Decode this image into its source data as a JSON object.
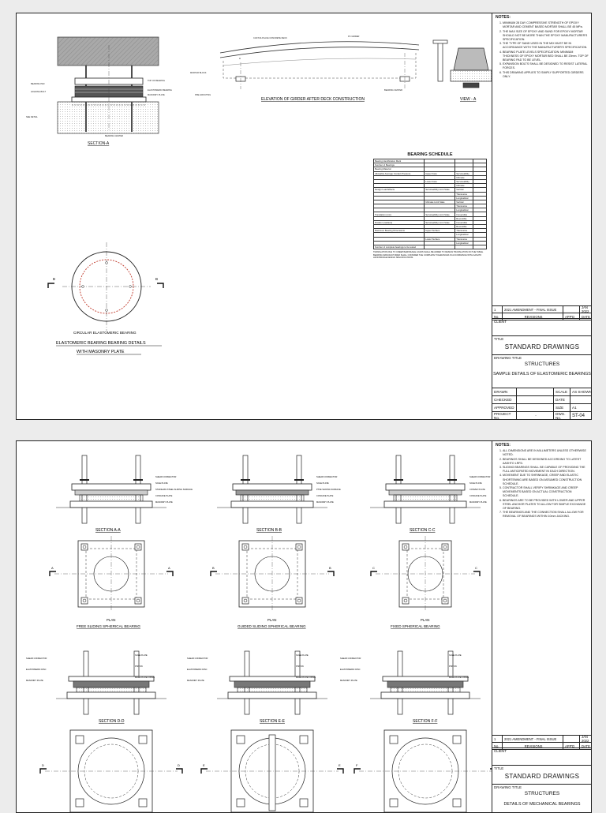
{
  "sheet1": {
    "labels": {
      "section_a": "SECTION-A",
      "elevation": "ELEVATION OF GIRDER AFTER DECK CONSTRUCTION",
      "view_a": "VIEW - A",
      "circular": "CIRCULAR ELASTOMERIC BEARING",
      "detail_title_1": "ELASTOMERIC BEARING BEARING DETAILS",
      "detail_title_2": "WITH MASONRY PLATE",
      "mark_b": "B",
      "callouts": [
        "MASONRY PLATE",
        "ELASTOMERIC BEARING",
        "TOP OF BEARING",
        "PRE-GROUTING",
        "CAST-IN-PLACE CONCRETE DECK",
        "PC GIRDER",
        "MORTAR BLOCK",
        "BEARING CENTER",
        "SEE DETAIL",
        "HOLDING BOLT",
        "BEARING PAD"
      ]
    },
    "notes_header": "NOTES:",
    "notes": [
      "MINIMUM 28 DAY COMPRESSIVE STRENGTH OF EPOXY MORTAR AND CEMENT BASED MORTAR SHALL BE 45 MPa.",
      "THE MAX SIZE OF EPOXY AND SAND FOR EPOXY MORTAR SHOULD NOT BE MORE THAN THE EPOXY MANUFACTURER'S SPECIFICATION.",
      "THE TYPE OF SAND USED IN THE MIX MUST BE IN ACCORDANCE WITH THE MANUFACTURER'S SPECIFICATION.",
      "BEARING PLATE LEVELS SPECIFICATION: MINIMUM THICKNESS OF EPOXY MORTAR BED SHALL BE 20mm. TOP OF BEARING PAD TO BE LEVEL.",
      "EXPANSION BOLTS SHALL BE DESIGNED TO RESIST LATERAL FORCES.",
      "THIS DRAWING APPLIES TO SIMPLY SUPPORTED GIRDERS ONLY."
    ],
    "schedule": {
      "title": "BEARING SCHEDULE",
      "rows": [
        [
          "Bearing Identification Mark",
          "",
          ""
        ],
        [
          "Number of Bearings",
          "",
          ""
        ],
        [
          "Bearing Material",
          "",
          ""
        ],
        [
          "Allowable Average Contact Pressure",
          "Upper Face",
          "Serviceability"
        ],
        [
          "",
          "",
          "Ultimate"
        ],
        [
          "",
          "Lower Face",
          "Serviceability"
        ],
        [
          "",
          "",
          "Ultimate"
        ],
        [
          "Design Load Effects",
          "Serviceability Limit State",
          "Vertical"
        ],
        [
          "",
          "",
          "Transverse"
        ],
        [
          "",
          "",
          "Longitudinal"
        ],
        [
          "",
          "Ultimate Limit State",
          "Vertical"
        ],
        [
          "",
          "",
          "Transverse"
        ],
        [
          "",
          "",
          "Longitudinal"
        ],
        [
          "Translation (mm)",
          "Serviceability Limit State",
          "Irreversible"
        ],
        [
          "",
          "",
          "Reversible"
        ],
        [
          "Rotation (radians)",
          "Serviceability Limit State",
          "Irreversible"
        ],
        [
          "",
          "",
          "Reversible"
        ],
        [
          "Maximum Bearing Dimensions",
          "Upper Surface",
          "Transverse"
        ],
        [
          "",
          "",
          "Longitudinal"
        ],
        [
          "",
          "Lower Surface",
          "Transverse"
        ],
        [
          "",
          "",
          "Longitudinal"
        ],
        [
          "Number of complete bearings to be tested",
          "",
          ""
        ]
      ],
      "footnotes": "TRANSLATION DUE TO CREEP/SHRINKAGE LOADS SHALL BE ADDED TO DESIGN TRANSLATION ON THE TABLE. BEARING MANUFACTURER SHALL CONSIDER THE COMPLETE TOLERANCES IN ACCORDANCE WITH AASHTO LRFD BRIDGE DESIGN SPECIFICATIONS."
    },
    "revisions": {
      "entry": [
        "1",
        "2021 AMENDMENT - FINAL ISSUE",
        "",
        "JAN 2022"
      ],
      "header": [
        "No.",
        "REVISIONS",
        "APP'D",
        "DATE"
      ]
    },
    "client_label": "CLIENT",
    "title_label": "TITLE",
    "title": "STANDARD DRAWINGS",
    "drawing_title_label": "DRAWING TITLE",
    "drawing_title_1": "STRUCTURES",
    "drawing_title_2": "SAMPLE DETAILS OF ELASTOMERIC BEARINGS",
    "meta": [
      [
        "DRAWN",
        "",
        "SCALE",
        "AS SHOWN"
      ],
      [
        "CHECKED",
        "",
        "DATE",
        ""
      ],
      [
        "APPROVED",
        "",
        "SIZE",
        "A1"
      ],
      [
        "PROJECT No.",
        "-",
        "DWG. No.",
        "ST-04"
      ]
    ]
  },
  "sheet2": {
    "sections": [
      "SECTION A-A",
      "SECTION B-B",
      "SECTION C-C",
      "SECTION D-D",
      "SECTION E-E",
      "SECTION F-F"
    ],
    "plan_label": "PLAN",
    "plans": [
      "FREE SLIDING SPHERICAL BEARING",
      "GUIDED SLIDING SPHERICAL BEARING",
      "FIXED SPHERICAL BEARING"
    ],
    "marks": [
      "A",
      "B",
      "C",
      "D",
      "E",
      "F"
    ],
    "callouts": [
      "SHEAR CONNECTOR",
      "SOLE PLATE",
      "STAINLESS STEEL SLIDING SURFACE",
      "CONCAVE PLATE",
      "MASONRY PLATE",
      "CONVEX PLATE",
      "PISTON",
      "ELASTOMERIC DISC",
      "BASE PLATE FIXING",
      "PTFE SLIDING SURFACE"
    ],
    "notes_header": "NOTES:",
    "notes": [
      "ALL DIMENSIONS ARE IN MILLIMETERS UNLESS OTHERWISE NOTED.",
      "BEARINGS SHALL BE DESIGNED ACCORDING TO LATEST AASHTO LRFD.",
      "SLIDING BEARINGS SHALL BE CAPABLE OF PROVIDING THE FULL ANTICIPATED MOVEMENT IN EACH DIRECTION.",
      "MOVEMENT DUE TO SHRINKAGE, CREEP AND ELASTIC SHORTENING ARE BASED ON ASSUMED CONSTRUCTION SCHEDULE.",
      "CONTRACTOR SHALL VERIFY SHRINKAGE AND CREEP MOVEMENTS BASED ON ACTUAL CONSTRUCTION SCHEDULE.",
      "BEARINGS ARE TO BE PROVIDED WITH LOWER AND UPPER STEEL ANCHOR PLATES TO ALLOW FOR SIMPLE EXCHANGE OF BEARING.",
      "THE BEARINGS AND THE CONNECTION SHALL ALLOW FOR REMOVAL OF BEARINGS WITHIN 10mm JACKING."
    ],
    "revisions": {
      "entry": [
        "1",
        "2021 AMENDMENT - FINAL ISSUE",
        "",
        "JAN 2022"
      ],
      "header": [
        "No.",
        "REVISIONS",
        "APP'D",
        "DATE"
      ]
    },
    "client_label": "CLIENT",
    "title_label": "TITLE",
    "title": "STANDARD DRAWINGS",
    "drawing_title_label": "DRAWING TITLE",
    "drawing_title_1": "STRUCTURES",
    "drawing_title_2": "DETAILS OF MECHANICAL BEARINGS"
  }
}
